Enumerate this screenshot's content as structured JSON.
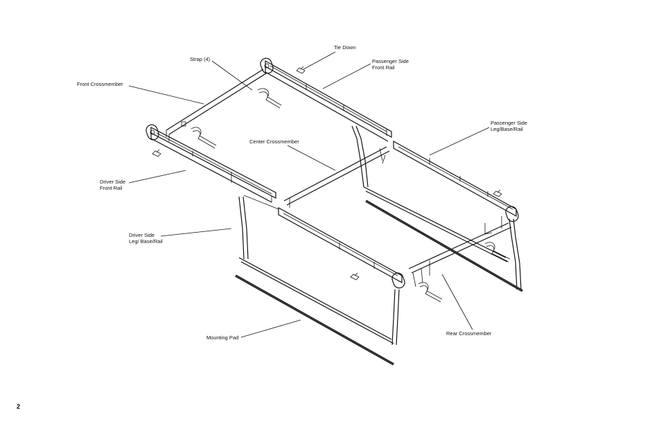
{
  "labels": {
    "tie_down": "Tie Down",
    "strap": "Strap (4)",
    "passenger_front_line1": "Passenger Side",
    "passenger_front_line2": "Front Rail",
    "front_crossmember": "Front Crossmember",
    "passenger_leg_line1": "Passenger Side",
    "passenger_leg_line2": "Leg/Base/Rail",
    "center_crossmember": "Center Crossmember",
    "driver_front_line1": "Driver Side",
    "driver_front_line2": "Front Rail",
    "driver_leg_line1": "Driver Side",
    "driver_leg_line2": "Leg/ Base/Rail",
    "mounting_pad": "Mounting Pad",
    "rear_crossmember": "Rear Crossmember"
  },
  "page_number": "2"
}
